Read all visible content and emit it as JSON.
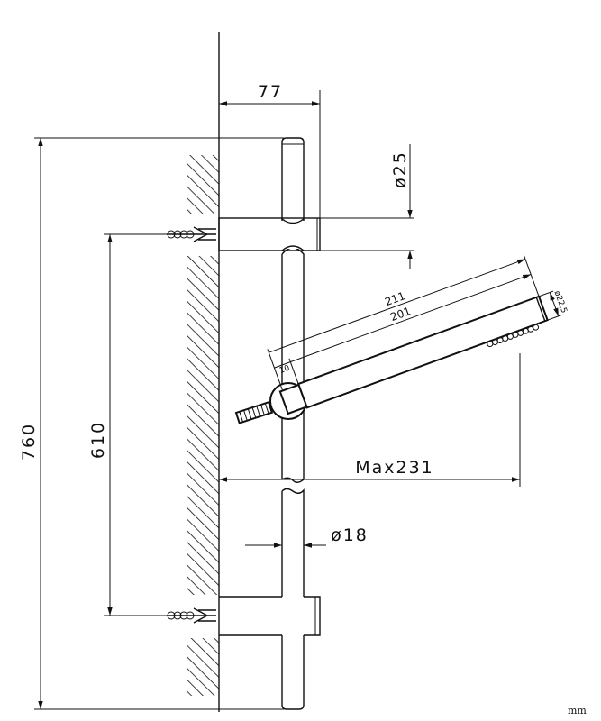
{
  "dimensions": {
    "wall_offset": "77",
    "bracket_diameter": "ø25",
    "handshower_total_length": "211",
    "handshower_body_length": "201",
    "handshower_connector_length": "10",
    "handshower_diameter": "ø22,5",
    "max_projection": "Max231",
    "bracket_spacing": "610",
    "total_height": "760",
    "rail_diameter": "ø18"
  },
  "unit": "mm"
}
